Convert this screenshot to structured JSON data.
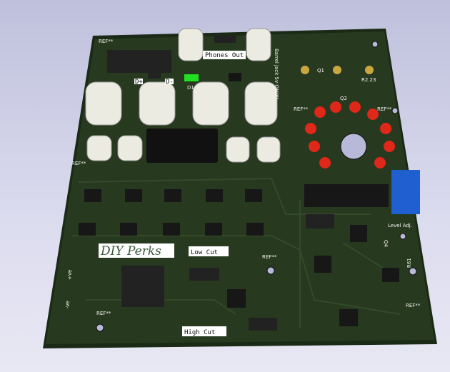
{
  "board": {
    "brand_text": "DIY Perks",
    "labels": {
      "phones_out": "Phones Out",
      "low_cut": "Low Cut",
      "high_cut": "High Cut",
      "barrel_jack": "Barrel Jack 5v ONLY!",
      "d_plus": "D+",
      "d_minus": "D-",
      "d1": "D1",
      "r2_23": "R2.23",
      "q1": "Q1",
      "q2": "Q2",
      "q4": "Q4",
      "r61": "R61",
      "level_adj": "Level Adj.",
      "plus_ve": "+Ve",
      "minus_ve": "-Ve",
      "ref": "REF**"
    },
    "colors": {
      "pcb": "#25361f",
      "led": "#e0281a",
      "trimmer": "#1f5fd0",
      "green_led": "#22e022"
    }
  }
}
